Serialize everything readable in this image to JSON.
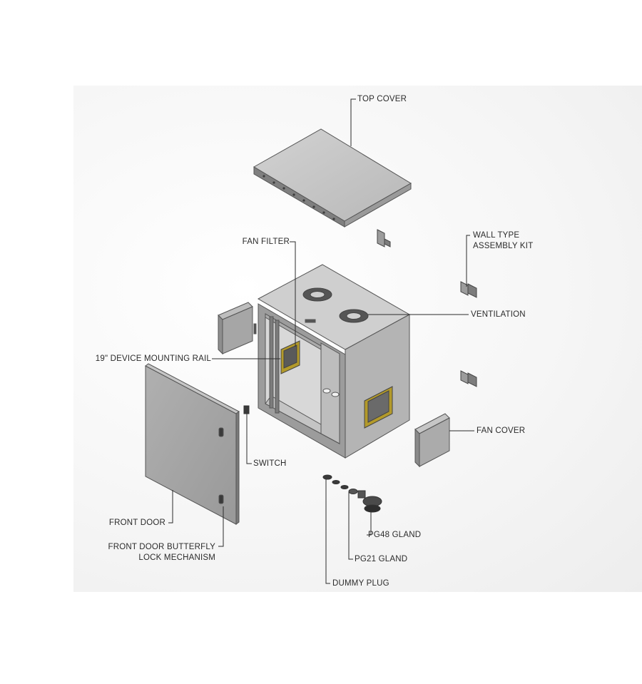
{
  "labels": {
    "top_cover": "TOP COVER",
    "wall_kit_line1": "WALL TYPE",
    "wall_kit_line2": "ASSEMBLY KIT",
    "fan_filter": "FAN FILTER",
    "ventilation": "VENTILATION",
    "mounting_rail": "19\" DEVICE MOUNTING RAIL",
    "fan_cover": "FAN COVER",
    "switch": "SWITCH",
    "front_door": "FRONT DOOR",
    "butterfly_line1": "FRONT DOOR BUTTERFLY",
    "butterfly_line2": "LOCK MECHANISM",
    "pg48": "PG48 GLAND",
    "pg21": "PG21 GLAND",
    "dummy_plug": "DUMMY PLUG"
  },
  "colors": {
    "line": "#2b2b2b",
    "panel_light": "#c9c9c9",
    "panel_mid": "#b3b3b3",
    "panel_dark": "#8f8f8f",
    "filter_accent": "#b39a2a"
  }
}
